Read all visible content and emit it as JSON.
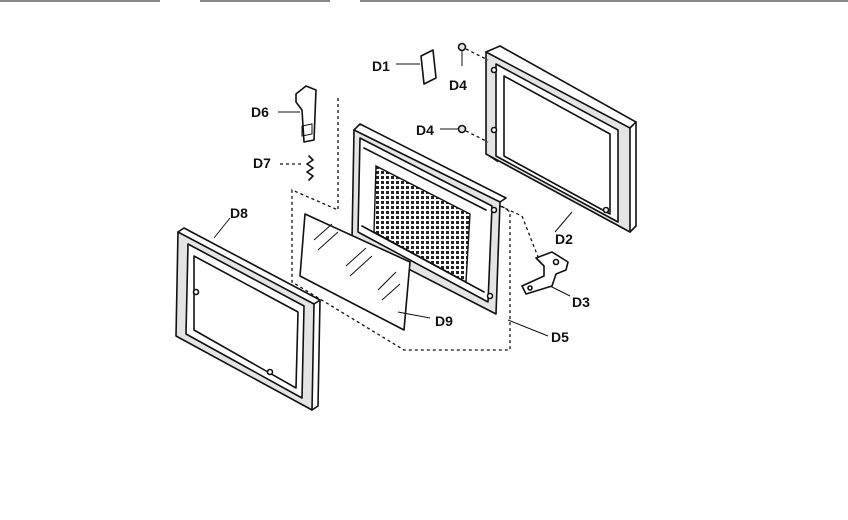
{
  "diagram": {
    "labels": {
      "d1": "D1",
      "d2": "D2",
      "d3": "D3",
      "d4_top": "D4",
      "d4_mid": "D4",
      "d5": "D5",
      "d6": "D6",
      "d7": "D7",
      "d8": "D8",
      "d9": "D9"
    }
  }
}
